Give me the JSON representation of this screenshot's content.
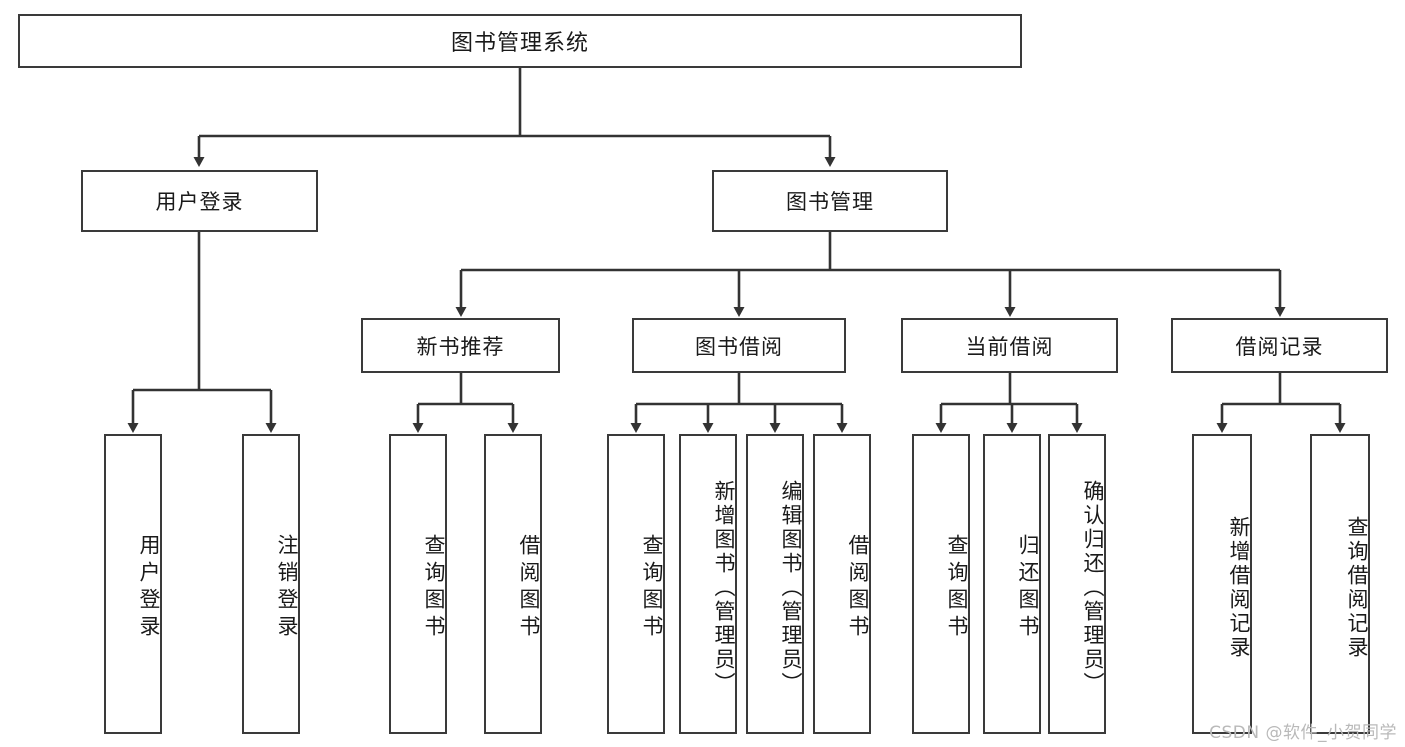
{
  "diagram": {
    "type": "tree",
    "title": "图书管理系统",
    "root": {
      "label": "图书管理系统"
    },
    "level2": [
      {
        "label": "用户登录"
      },
      {
        "label": "图书管理"
      }
    ],
    "level3": [
      {
        "label": "新书推荐"
      },
      {
        "label": "图书借阅"
      },
      {
        "label": "当前借阅"
      },
      {
        "label": "借阅记录"
      }
    ],
    "leaves": {
      "user_login": [
        {
          "label": "用户登录"
        },
        {
          "label": "注销登录"
        }
      ],
      "new_book_recommend": [
        {
          "label": "查询图书"
        },
        {
          "label": "借阅图书"
        }
      ],
      "book_borrow": [
        {
          "label": "查询图书"
        },
        {
          "label": "新增图书（管理员）"
        },
        {
          "label": "编辑图书（管理员）"
        },
        {
          "label": "借阅图书"
        }
      ],
      "current_borrow": [
        {
          "label": "查询图书"
        },
        {
          "label": "归还图书"
        },
        {
          "label": "确认归还（管理员）"
        }
      ],
      "borrow_record": [
        {
          "label": "新增借阅记录"
        },
        {
          "label": "查询借阅记录"
        }
      ]
    }
  },
  "watermark": {
    "text": "CSDN @软件_小贺同学"
  },
  "colors": {
    "background": "#ffffff",
    "border": "#3a3a3a",
    "connector": "#333333",
    "text": "#1a1a1a",
    "watermark": "#b9b9b9"
  }
}
